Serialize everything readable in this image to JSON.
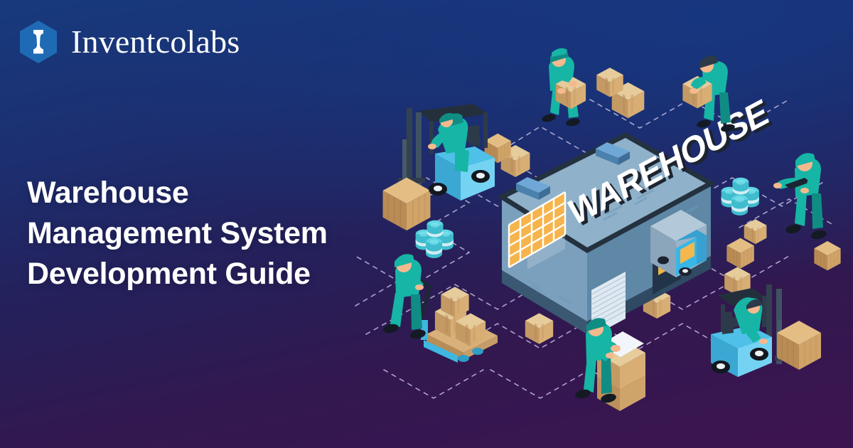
{
  "brand": {
    "logo_icon": "hexagon-i-logo",
    "name": "Inventcolabs",
    "hex_color": "#1f6ab5",
    "monogram": "I"
  },
  "headline": {
    "line1": "Warehouse",
    "line2": "Management System",
    "line3": "Development Guide",
    "color": "#ffffff"
  },
  "background": {
    "gradient_top_left": "#173a7e",
    "gradient_top_right": "#1b3f86",
    "gradient_bottom_left": "#3d1450",
    "gradient_bottom_right": "#3b1450",
    "grid_line_color": "#d8d3ee",
    "grid_style": "isometric-dashed"
  },
  "illustration": {
    "title": "isometric-warehouse-logistics-scene",
    "building": {
      "sign_text": "WAREHOUSE",
      "wall_color": "#7da4c0",
      "roof_color": "#8fb2ca",
      "base_color": "#3d5a73",
      "window_color": "#f6b44c",
      "door_color": "#dfe9f2"
    },
    "palette": {
      "worker_uniform": "#17b5a5",
      "worker_uniform_dark": "#0f8d85",
      "skin": "#f5b98e",
      "forklift_body": "#4fc0e8",
      "forklift_dark": "#2b3a4a",
      "crate_wood": "#c79a5e",
      "crate_wood_light": "#dcb981",
      "carton": "#cfa772",
      "carton_light": "#e2c494",
      "barrel": "#45c9db",
      "truck_cab": "#38b6e8",
      "truck_box": "#9bb4c6"
    },
    "elements": [
      {
        "name": "forklift-left",
        "label": "Forklift carrying wooden crate"
      },
      {
        "name": "forklift-right",
        "label": "Forklift carrying wooden crate"
      },
      {
        "name": "worker-carrying-box-left",
        "label": "Worker carrying cardboard box"
      },
      {
        "name": "worker-carrying-box-right",
        "label": "Worker carrying cardboard box"
      },
      {
        "name": "worker-with-tablet",
        "label": "Worker checking inventory on tablet"
      },
      {
        "name": "worker-pallet-jack",
        "label": "Worker pulling pallet jack"
      },
      {
        "name": "worker-packing",
        "label": "Worker packing box stack"
      },
      {
        "name": "delivery-truck",
        "label": "Delivery truck at loading dock"
      },
      {
        "name": "barrel-cluster-left",
        "label": "Stacked barrels"
      },
      {
        "name": "barrel-cluster-right",
        "label": "Stacked barrels"
      },
      {
        "name": "crate-stack",
        "label": "Wooden crates"
      },
      {
        "name": "carton-stack",
        "label": "Cardboard cartons"
      }
    ]
  }
}
